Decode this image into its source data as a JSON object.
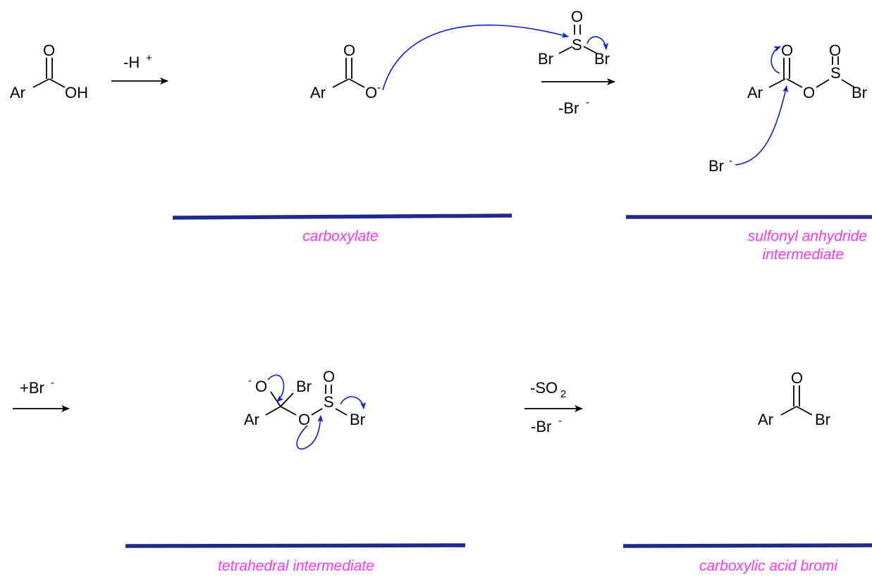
{
  "atoms": {
    "ar": "Ar",
    "o": "O",
    "oh": "OH",
    "br": "Br",
    "s": "S",
    "minus": "-",
    "sub2": "2"
  },
  "conditions": {
    "deprotonation": "-H",
    "deprotonation_charge": "+",
    "loss_br": "-Br",
    "loss_br_charge": "-",
    "add_br": "+Br",
    "add_br_charge": "-",
    "loss_so2": "-SO"
  },
  "labels": {
    "carboxylate": "carboxylate",
    "sulfonyl_line1": "sulfonyl anhydride",
    "sulfonyl_line2": "intermediate",
    "tetrahedral": "tetrahedral intermediate",
    "acid_bromide": "carboxylic acid bromi"
  },
  "colors": {
    "label": "#ff33ff",
    "curly_arrow": "#0a1ee6",
    "divider": "#1f2a8f"
  }
}
